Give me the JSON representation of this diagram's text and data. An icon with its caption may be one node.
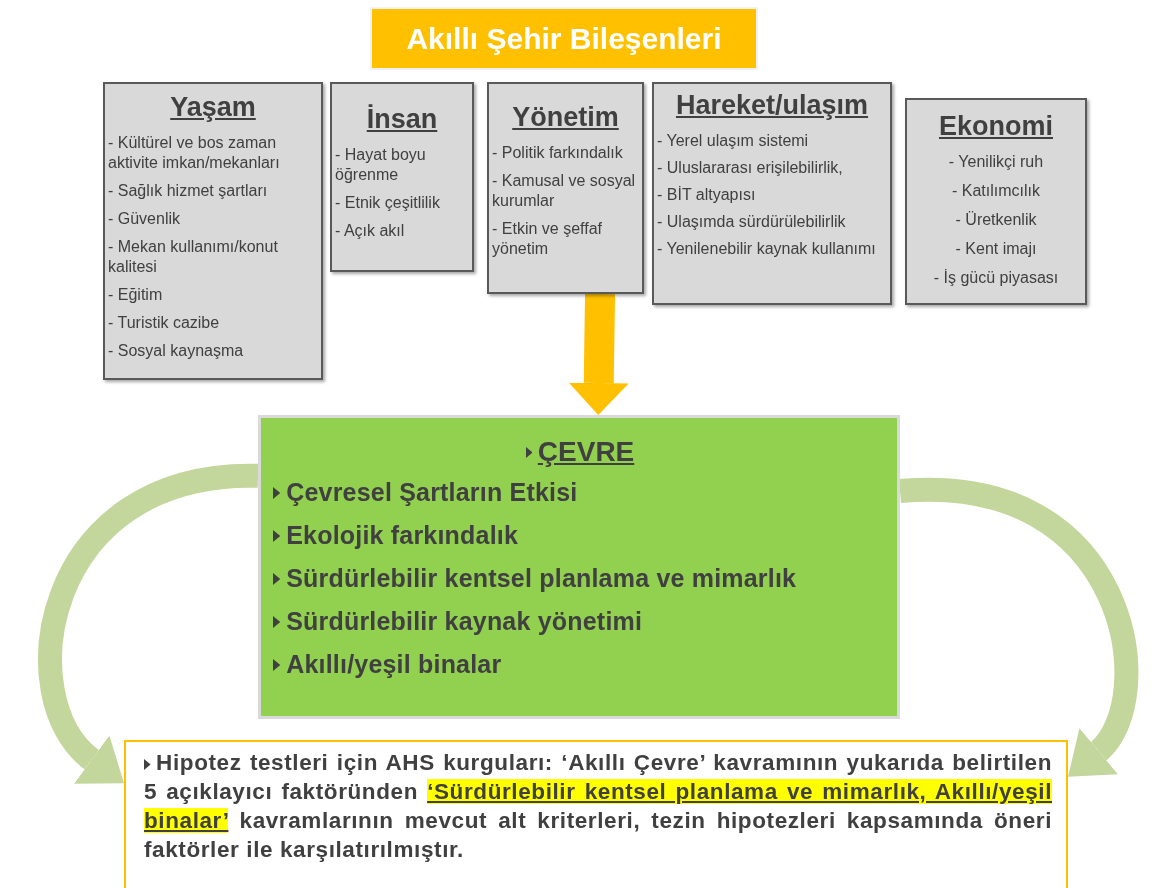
{
  "diagram": {
    "nodes": [
      {
        "text": [
          "Akıllı Şehir Bileşenleri"
        ]
      },
      {
        "text": [
          "Yaşam",
          "- Kültürel ve bos zaman aktivite imkan/mekanları",
          "- Sağlık hizmet şartları",
          "- Güvenlik",
          "- Mekan kullanımı/konut kalitesi",
          "- Eğitim",
          "- Turistik cazibe",
          "- Sosyal kaynaşma"
        ]
      },
      {
        "text": [
          "İnsan",
          "- Hayat boyu öğrenme",
          "- Etnik çeşitlilik",
          "- Açık akıl"
        ]
      },
      {
        "text": [
          "Yönetim",
          "- Politik farkındalık",
          "- Kamusal ve sosyal kurumlar",
          "- Etkin ve şeffaf yönetim"
        ]
      },
      {
        "text": [
          "Hareket/ulaşım",
          "- Yerel ulaşım sistemi",
          "- Uluslararası erişilebilirlik,",
          "- BİT altyapısı",
          "- Ulaşımda sürdürülebilirlik",
          "- Yenilenebilir kaynak kullanımı"
        ]
      },
      {
        "text": [
          "Ekonomi",
          "- Yenilikçi ruh",
          "- Katılımcılık",
          "- Üretkenlik",
          "- Kent imajı",
          "- İş gücü piyasası"
        ]
      },
      {
        "text": [
          "ÇEVRE",
          "Çevresel Şartların Etkisi",
          "Ekolojik farkındalık",
          "Sürdürlebilir kentsel planlama ve mimarlık",
          "Sürdürlebilir kaynak yönetimi",
          "Akıllı/yeşil binalar"
        ]
      },
      {
        "text": [
          "Hipotez testleri için AHS kurguları: ‘Akıllı Çevre’ kavramının yukarıda belirtilen 5 açıklayıcı faktöründen",
          "‘Sürdürlebilir kentsel planlama ve mimarlık, Akıllı/yeşil binalar’",
          "kavramlarının mevcut alt kriterleri, tezin hipotezleri kapsamında öneri faktörler ile karşılatırılmıştır."
        ]
      }
    ],
    "edges": [
      {
        "from": 3,
        "to": 6,
        "arrow": "to",
        "color": "#ffc000"
      },
      {
        "from": 6,
        "to": 7,
        "arrow": "to"
      },
      {
        "from": 6,
        "to": 7,
        "arrow": "to"
      }
    ]
  }
}
